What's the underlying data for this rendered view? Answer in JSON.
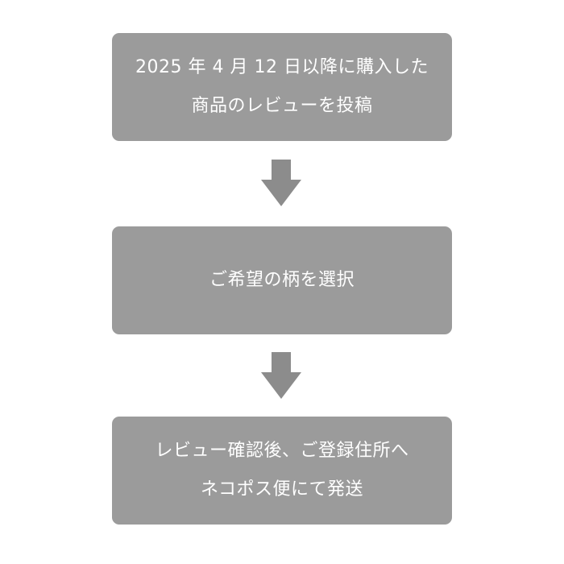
{
  "steps": [
    {
      "lines": [
        "2025 年 4 月 12 日以降に購入した",
        "商品のレビューを投稿"
      ]
    },
    {
      "lines": [
        "ご希望の柄を選択"
      ]
    },
    {
      "lines": [
        "レビュー確認後、ご登録住所へ",
        "ネコポス便にて発送"
      ]
    }
  ],
  "colors": {
    "box_fill": "#9b9b9b",
    "arrow_fill": "#8c8c8c",
    "text": "#ffffff",
    "background": "#ffffff"
  },
  "icons": {
    "connector": "arrow-down-icon"
  }
}
